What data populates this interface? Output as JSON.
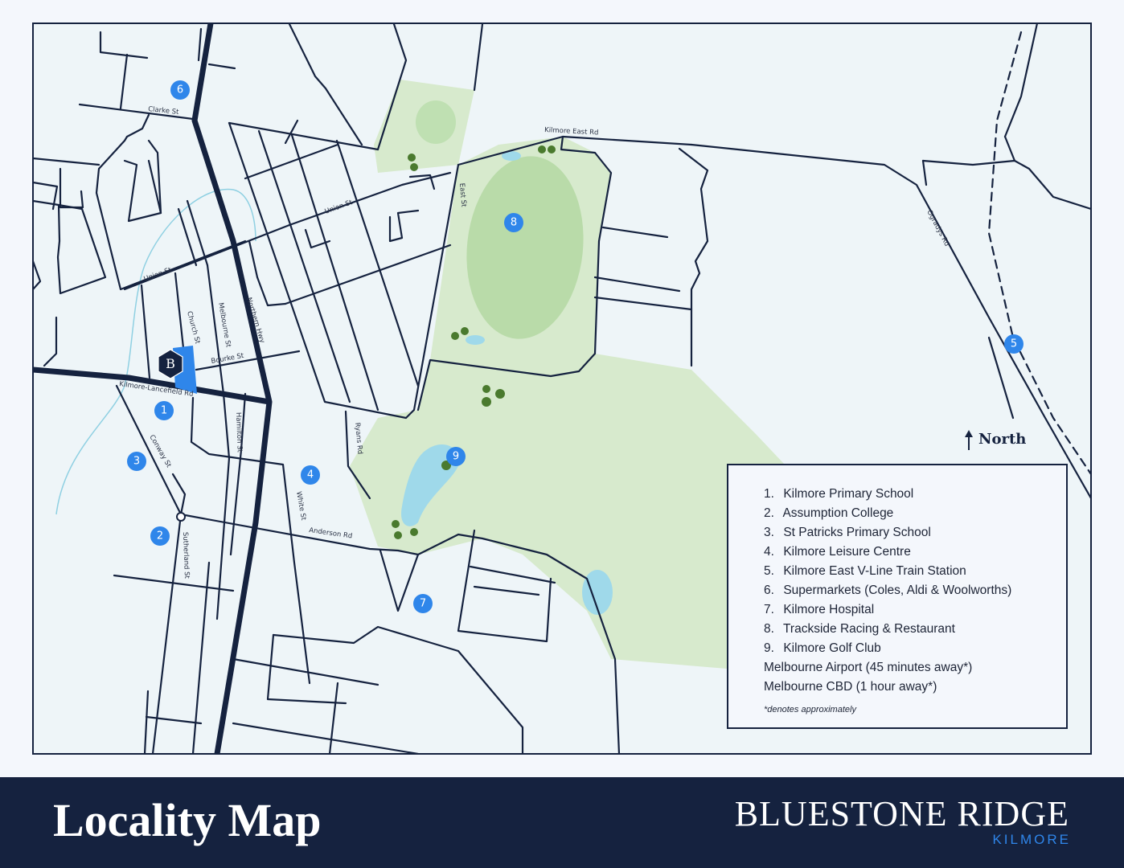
{
  "colors": {
    "road": "#15223f",
    "park": "#d7eacd",
    "oval": "#b9dba9",
    "water": "#9fd9ea",
    "creek": "#8fd0e2",
    "marker": "#2f86ea",
    "footer": "#15223f",
    "accent": "#2f86ea",
    "site": "#2f86ea"
  },
  "streets": {
    "clarke": "Clarke St",
    "union1": "Union St",
    "union2": "Union St",
    "church": "Church St",
    "melbourne": "Melbourne St",
    "northern": "Northern Hwy",
    "bourke": "Bourke St",
    "lancefield": "Kilmore-Lancefield Rd",
    "hamilton": "Hamilton St",
    "conway": "Conway St",
    "sutherland": "Sutherland St",
    "white": "White St",
    "anderson": "Anderson Rd",
    "ryans": "Ryans Rd",
    "east": "East St",
    "kilmoreeast": "Kilmore East Rd",
    "ogradys": "Ogradys Rd"
  },
  "markers": [
    "1",
    "2",
    "3",
    "4",
    "5",
    "6",
    "7",
    "8",
    "9"
  ],
  "site_logo": "B",
  "north_label": "North",
  "legend": {
    "items": [
      {
        "num": "1.",
        "label": "Kilmore Primary School"
      },
      {
        "num": "2.",
        "label": "Assumption College"
      },
      {
        "num": "3.",
        "label": "St Patricks Primary School"
      },
      {
        "num": "4.",
        "label": "Kilmore Leisure Centre"
      },
      {
        "num": "5.",
        "label": "Kilmore East V-Line Train Station"
      },
      {
        "num": "6.",
        "label": "Supermarkets (Coles, Aldi & Woolworths)"
      },
      {
        "num": "7.",
        "label": "Kilmore Hospital"
      },
      {
        "num": "8.",
        "label": "Trackside Racing & Restaurant"
      },
      {
        "num": "9.",
        "label": "Kilmore Golf Club"
      }
    ],
    "extra": [
      "Melbourne Airport (45 minutes away*)",
      "Melbourne CBD (1 hour away*)"
    ],
    "note": "*denotes approximately"
  },
  "footer": {
    "title": "Locality Map",
    "brand": "BLUESTONE RIDGE",
    "subtitle": "KILMORE"
  }
}
